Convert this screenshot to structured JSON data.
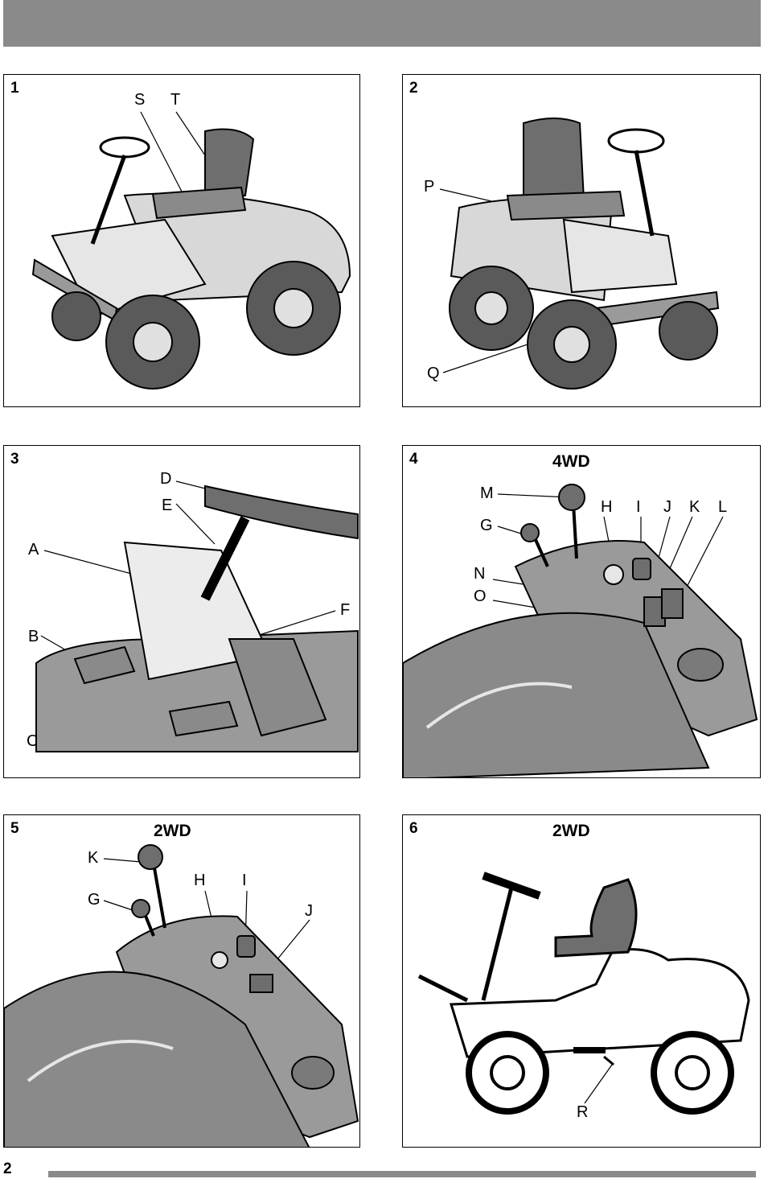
{
  "page_number": "2",
  "panels": [
    {
      "number": "1",
      "title": "",
      "labels": [
        "S",
        "T"
      ]
    },
    {
      "number": "2",
      "title": "",
      "labels": [
        "P",
        "Q"
      ]
    },
    {
      "number": "3",
      "title": "",
      "labels": [
        "D",
        "E",
        "A",
        "B",
        "F",
        "C"
      ]
    },
    {
      "number": "4",
      "title": "4WD",
      "labels": [
        "M",
        "G",
        "H",
        "I",
        "J",
        "K",
        "L",
        "N",
        "O"
      ]
    },
    {
      "number": "5",
      "title": "2WD",
      "labels": [
        "K",
        "G",
        "H",
        "I",
        "J"
      ]
    },
    {
      "number": "6",
      "title": "2WD",
      "labels": [
        "R"
      ]
    }
  ],
  "colors": {
    "header_bar": "#8a8a8a",
    "illustration_gray": "#9a9a9a",
    "dark_gray": "#6e6e6e"
  }
}
